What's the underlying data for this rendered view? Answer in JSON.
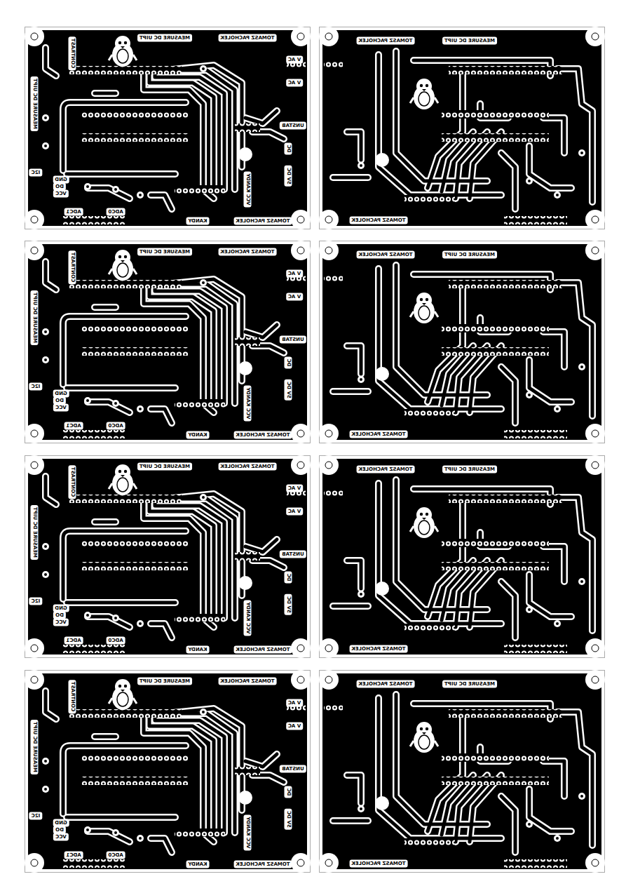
{
  "diagram": {
    "labels": [
      "CONTRAST",
      "MEASURE DC UIPT",
      "TOMASZ PACHOLEK",
      "V AC",
      "V AC",
      "UNSTAB",
      "DC",
      "5V DC",
      "VCC KANDY",
      "KANDY",
      "TOMASZ PACHOLEK",
      "MEASURE DC UIPT",
      "I2C",
      "GND",
      "DO",
      "VCC",
      "ADC1",
      "ADC0",
      "TOMASZ PACHOLEK",
      "MEASURE DC UIPT",
      "TOMASZ PACHOLEK",
      "CONTRAST",
      "MEASURE DC UIPT",
      "TOMASZ PACHOLEK",
      "V AC",
      "V AC",
      "UNSTAB",
      "DC",
      "5V DC",
      "VCC KANDY",
      "KANDY",
      "TOMASZ PACHOLEK",
      "MEASURE DC UIPT",
      "I2C",
      "GND",
      "DO",
      "VCC",
      "ADC1",
      "ADC0",
      "TOMASZ PACHOLEK",
      "MEASURE DC UIPT",
      "TOMASZ PACHOLEK",
      "CONTRAST",
      "MEASURE DC UIPT",
      "TOMASZ PACHOLEK",
      "V AC",
      "V AC",
      "UNSTAB",
      "DC",
      "5V DC",
      "VCC KANDY",
      "KANDY",
      "TOMASZ PACHOLEK",
      "MEASURE DC UIPT",
      "I2C",
      "GND",
      "DO",
      "VCC",
      "ADC1",
      "ADC0",
      "TOMASZ PACHOLEK",
      "MEASURE DC UIPT",
      "TOMASZ PACHOLEK",
      "CONTRAST",
      "MEASURE DC UIPT",
      "TOMASZ PACHOLEK",
      "V AC",
      "V AC",
      "UNSTAB",
      "DC",
      "5V DC",
      "VCC KANDY",
      "KANDY",
      "TOMASZ PACHOLEK",
      "MEASURE DC UIPT",
      "I2C",
      "GND",
      "DO",
      "VCC",
      "ADC1",
      "ADC0",
      "TOMASZ PACHOLEK",
      "MEASURE DC UIPT",
      "TOMASZ PACHOLEK"
    ]
  }
}
